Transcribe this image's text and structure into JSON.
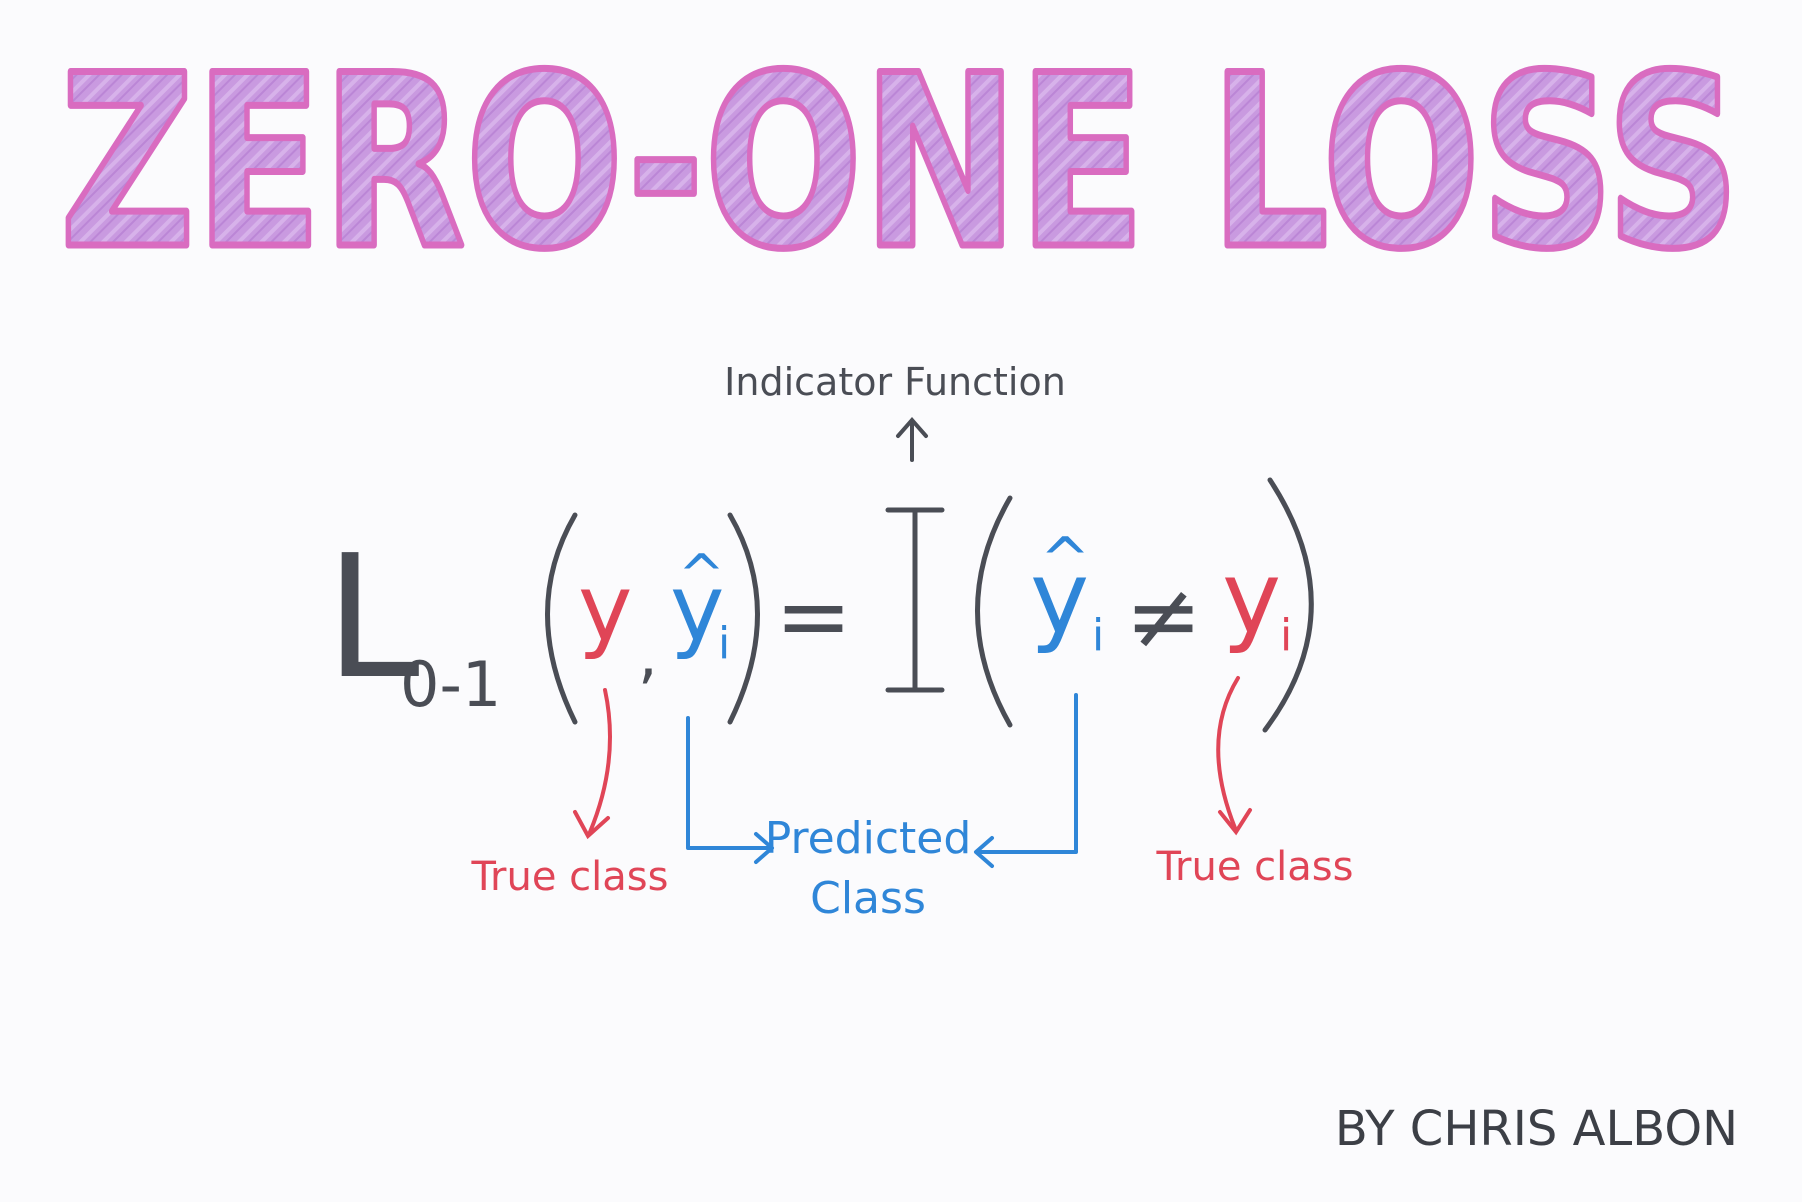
{
  "title": "ZERO-ONE LOSS",
  "formula": {
    "loss_symbol": "L",
    "loss_subscript": "0-1",
    "open_paren": "(",
    "close_paren": ")",
    "true_label": "y",
    "comma": ",",
    "pred_label": "y",
    "hat": "^",
    "index": "i",
    "equals": "=",
    "indicator": "I",
    "not_equal": "≠"
  },
  "annotations": {
    "indicator_function": "Indicator Function",
    "true_class_left": "True class",
    "predicted_class_line1": "Predicted",
    "predicted_class_line2": "Class",
    "true_class_right": "True class"
  },
  "byline": "BY CHRIS ALBON",
  "colors": {
    "title_fill": "#c99ae0",
    "title_outline": "#d96cc0",
    "ink": "#4a4d55",
    "red": "#e04557",
    "blue": "#2f86d8"
  }
}
